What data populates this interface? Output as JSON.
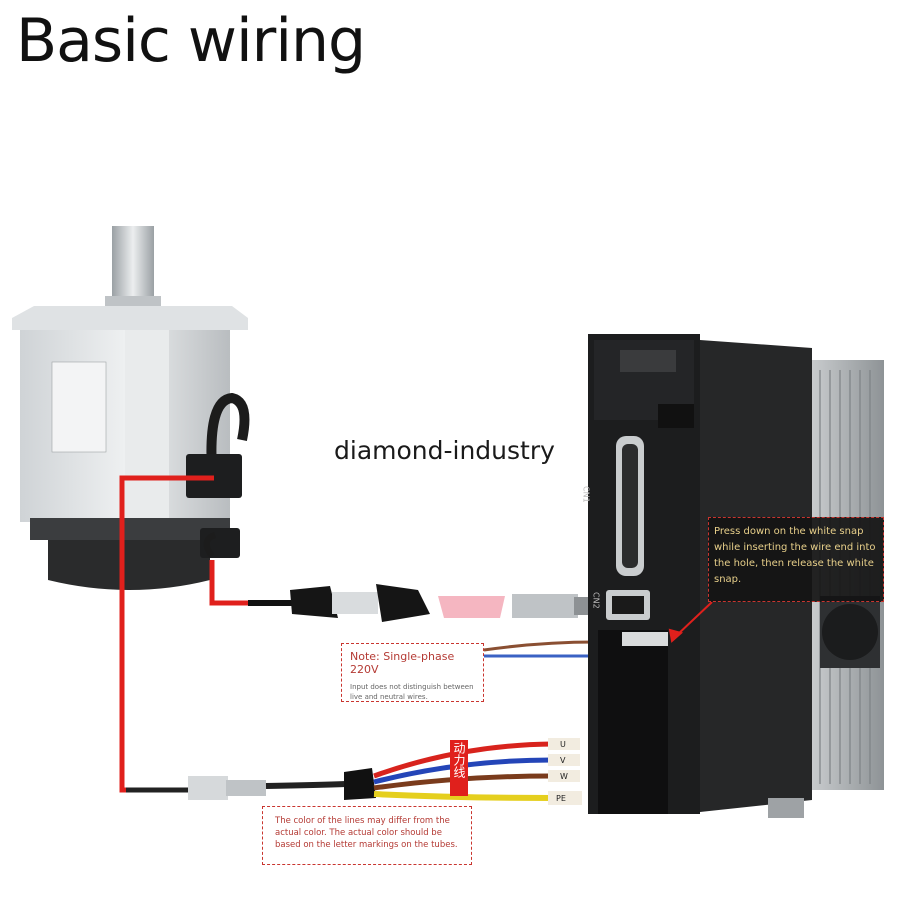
{
  "title": "Basic wiring",
  "watermark": "diamond-industry",
  "notes": {
    "power": {
      "heading": "Note: Single-phase 220V",
      "detail": "Input does not distinguish between live and neutral wires."
    },
    "line_color": "The color of the lines may differ from the actual color. The actual color should be based on the letter markings on the tubes.",
    "snap": "Press down on the white snap while inserting the wire end into the hole, then release the white snap."
  },
  "driver_ports": {
    "cn1": "CN1",
    "cn2": "CN2"
  },
  "tube_markings": [
    "U",
    "V",
    "W",
    "PE"
  ],
  "cable_tag": "动力线",
  "colors": {
    "accent": "#e0201c",
    "note_border": "#c9352f",
    "note_text": "#b43a34",
    "snap_text": "#e7cf8a"
  }
}
